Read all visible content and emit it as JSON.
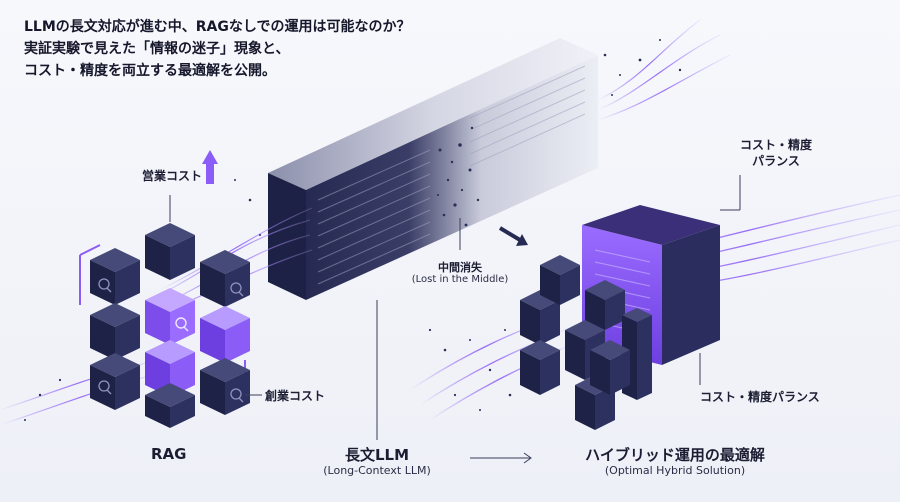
{
  "headline": {
    "line1": "LLMの長文対応が進む中、RAGなしでの運用は可能なのか？",
    "line2": "実証実験で見えた「情報の迷子」現象と、",
    "line3": "コスト・精度を両立する最適解を公開。"
  },
  "rag": {
    "title": "RAG",
    "ops_cost_label": "営業コスト",
    "setup_cost_label": "創業コスト"
  },
  "long_context": {
    "title": "長文LLM",
    "subtitle": "(Long-Context LLM)",
    "lost_label": "中間消失",
    "lost_sub": "(Lost in the Middle)"
  },
  "hybrid": {
    "title": "ハイブリッド運用の最適解",
    "subtitle": "(Optimal Hybrid Solution)",
    "balance_label": "コスト・精度パランス",
    "balance_top_line1": "コスト・精度",
    "balance_top_line2": "パランス"
  },
  "colors": {
    "navy": "#262a52",
    "purple": "#8b5cf6",
    "light_purple": "#a78bfa"
  },
  "icons": [
    "search-icon",
    "arrow-up-icon",
    "arrow-right-icon",
    "arrow-down-right-icon"
  ]
}
